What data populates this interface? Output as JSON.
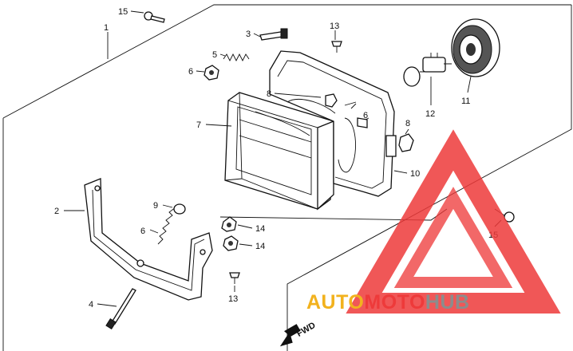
{
  "diagram": {
    "callouts": {
      "c1": "1",
      "c2": "2",
      "c3": "3",
      "c4": "4",
      "c5": "5",
      "c6a": "6",
      "c6b": "6",
      "c7": "7",
      "c8a": "8",
      "c8b": "8",
      "c9": "9",
      "c10": "10",
      "c11": "11",
      "c12": "12",
      "c13a": "13",
      "c13b": "13",
      "c14a": "14",
      "c14b": "14",
      "c15a": "15",
      "c15b": "15"
    },
    "fwd_label": "FWD"
  },
  "watermark": {
    "part1": "AUTO",
    "part2": "MOTO",
    "part3": "HUB",
    "colors": {
      "orange": "#f2b21e",
      "red": "#ee3a3a",
      "gray": "#8c8c8c"
    }
  }
}
